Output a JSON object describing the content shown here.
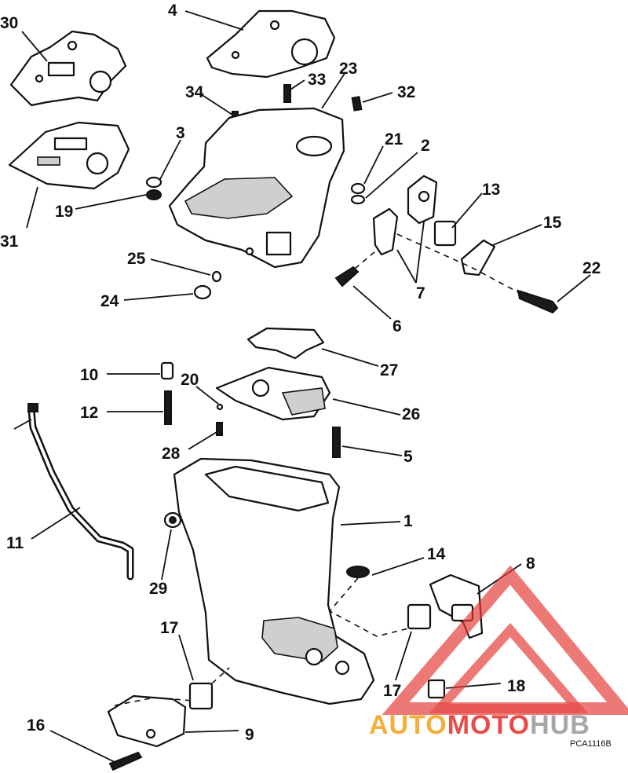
{
  "callouts": {
    "c1": "1",
    "c2": "2",
    "c3": "3",
    "c4": "4",
    "c5": "5",
    "c6": "6",
    "c7": "7",
    "c8": "8",
    "c9": "9",
    "c10": "10",
    "c11": "11",
    "c12": "12",
    "c13": "13",
    "c14": "14",
    "c15": "15",
    "c16": "16",
    "c17a": "17",
    "c17b": "17",
    "c18": "18",
    "c19": "19",
    "c20": "20",
    "c21": "21",
    "c22": "22",
    "c23": "23",
    "c24": "24",
    "c25": "25",
    "c26": "26",
    "c27": "27",
    "c28": "28",
    "c29": "29",
    "c30": "30",
    "c31": "31",
    "c32": "32",
    "c33": "33",
    "c34": "34"
  },
  "reference_code": "PCA1116B",
  "watermark": {
    "auto": "AUTO",
    "moto": "MOTO",
    "hub": "HUB",
    "colors": {
      "orange": "#f5a623",
      "red": "#e53935",
      "gray": "#9e9e9e",
      "triangle": "#e53935"
    }
  }
}
